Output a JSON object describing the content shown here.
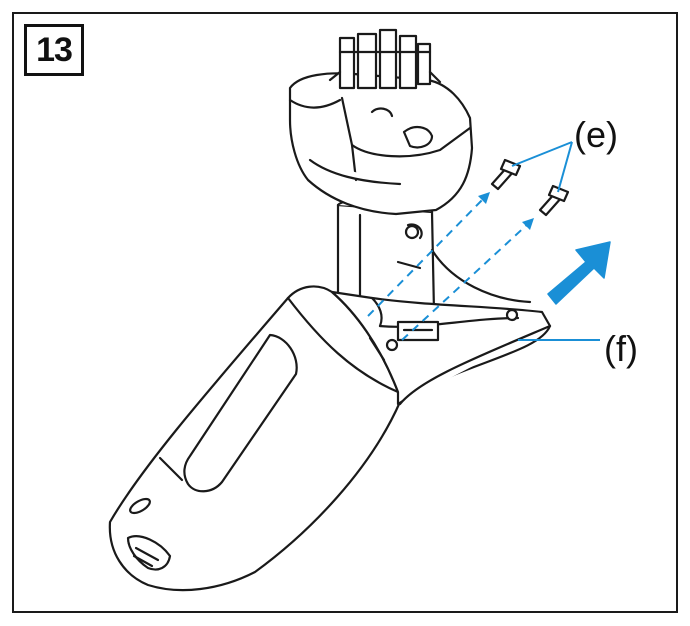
{
  "step": {
    "number": "13"
  },
  "labels": {
    "screws": "(e)",
    "cover": "(f)"
  },
  "colors": {
    "line": "#1a1a1a",
    "accent": "#1a8fd6",
    "fill": "#ffffff"
  }
}
